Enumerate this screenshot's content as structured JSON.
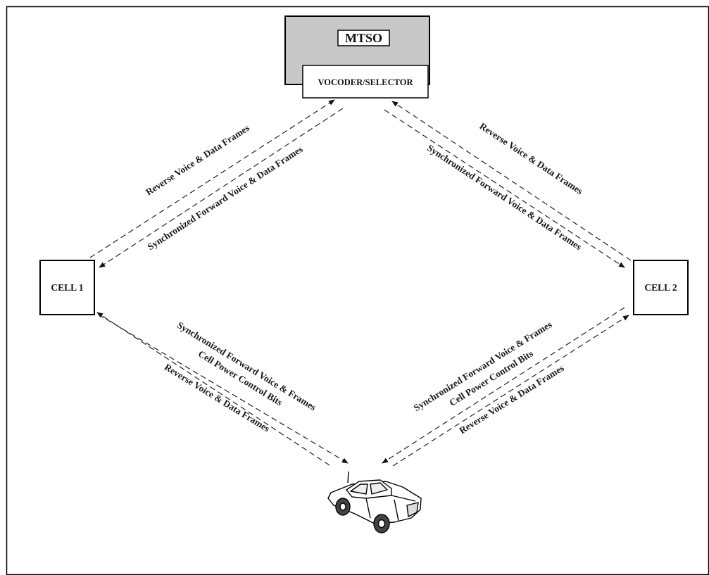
{
  "mtso": {
    "label": "MTSO",
    "sublabel": "VOCODER/SELECTOR"
  },
  "cells": [
    {
      "label": "CELL 1"
    },
    {
      "label": "CELL 2"
    }
  ],
  "links": {
    "mtso_cell1": {
      "outer": "Reverse Voice & Data Frames",
      "inner": "Synchronized Forward Voice & Data Frames"
    },
    "mtso_cell2": {
      "outer": "Reverse Voice & Data Frames",
      "inner": "Synchronized Forward Voice & Data Frames"
    },
    "cell1_car": {
      "line1": "Synchronized Forward Voice & Frames",
      "line2": "Cell Power Control Bits",
      "line3": "Reverse Voice & Data Frames"
    },
    "cell2_car": {
      "line1": "Synchronized Forward Voice & Frames",
      "line2": "Cell Power Control Bits",
      "line3": "Reverse Voice & Data Frames"
    }
  },
  "mobile": {
    "icon": "car-icon"
  },
  "colors": {
    "mtso_fill": "#c8c8c8",
    "box_stroke": "#000000",
    "line": "#222222"
  }
}
